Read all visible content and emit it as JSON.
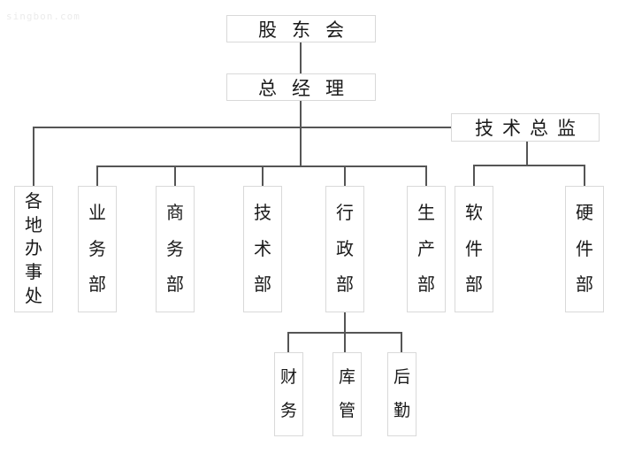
{
  "watermark": "singbon.com",
  "org": {
    "root": {
      "label": "股东会"
    },
    "general_manager": {
      "label": "总经理"
    },
    "cto": {
      "label": "技术总监"
    },
    "departments": [
      {
        "key": "offices",
        "label": "各地办事处"
      },
      {
        "key": "business",
        "label": "业务部"
      },
      {
        "key": "commerce",
        "label": "商务部"
      },
      {
        "key": "technology",
        "label": "技术部"
      },
      {
        "key": "admin",
        "label": "行政部"
      },
      {
        "key": "production",
        "label": "生产部"
      }
    ],
    "cto_departments": [
      {
        "key": "software",
        "label": "软件部"
      },
      {
        "key": "hardware",
        "label": "硬件部"
      }
    ],
    "admin_subunits": [
      {
        "key": "finance",
        "label": "财务"
      },
      {
        "key": "warehouse",
        "label": "库管"
      },
      {
        "key": "logistics",
        "label": "后勤"
      }
    ],
    "colors": {
      "line": "#555555",
      "box_border": "#d9d9d9",
      "text": "#1a1a1a",
      "watermark": "#ebebeb"
    }
  }
}
